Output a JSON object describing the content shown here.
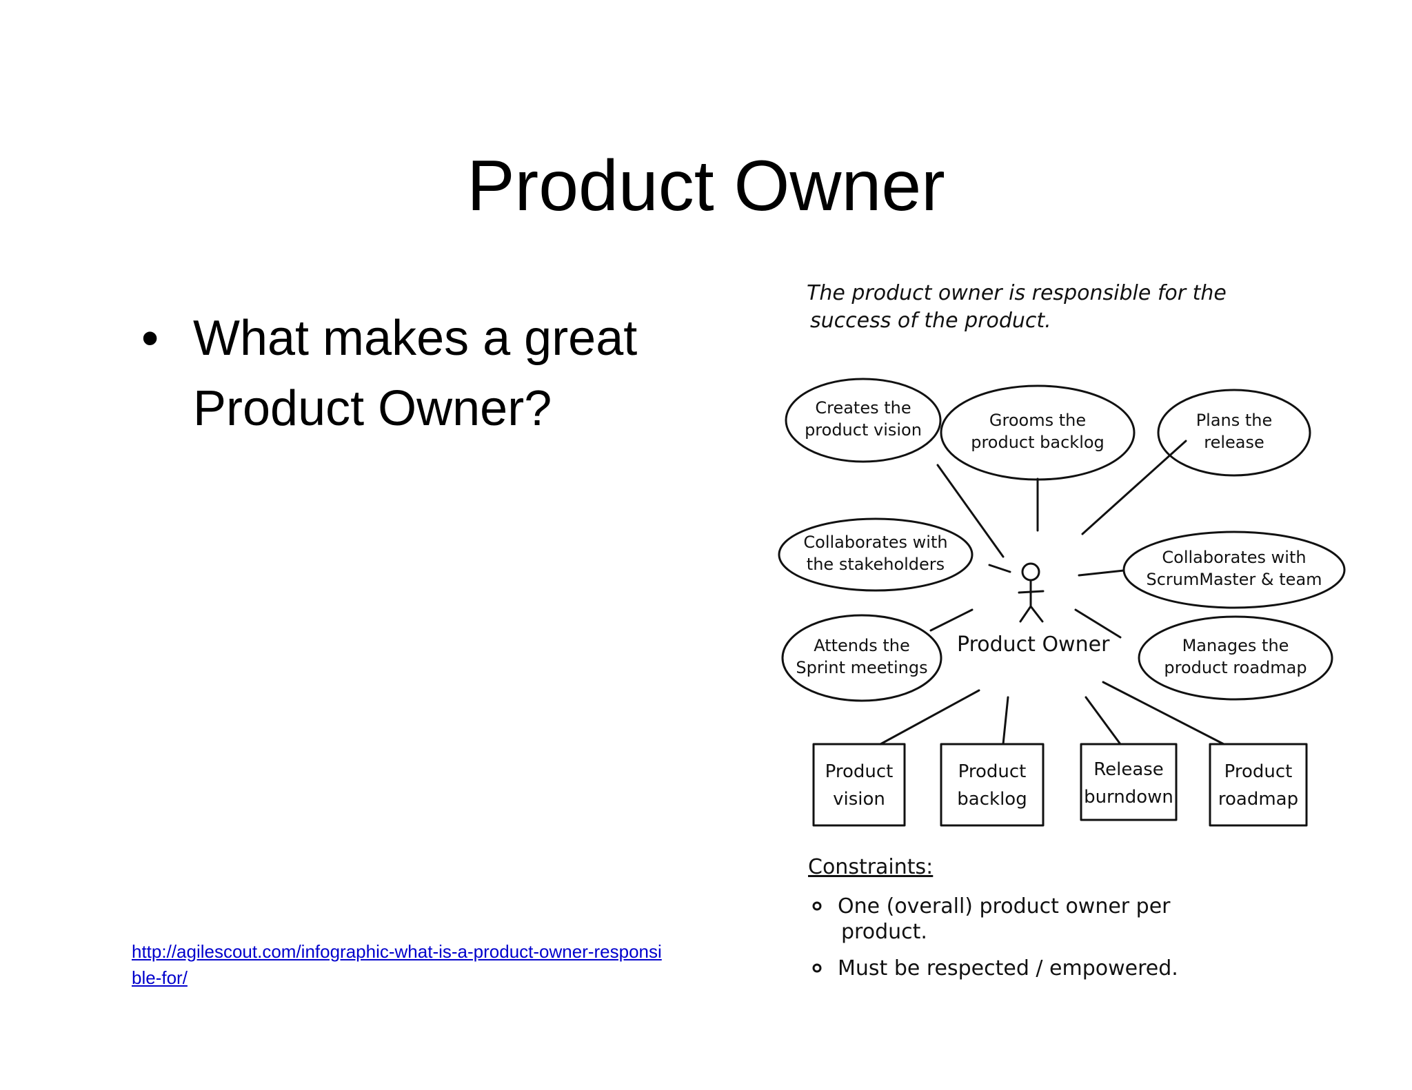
{
  "slide": {
    "title": "Product Owner",
    "bullets": [
      {
        "marker": "•",
        "text": "What makes a great Product Owner?"
      }
    ],
    "source_link": "http://agilescout.com/infographic-what-is-a-product-owner-responsible-for/"
  },
  "diagram": {
    "intro": [
      "The product owner is responsible for the",
      "success of the product."
    ],
    "center_label": "Product Owner",
    "bubbles": [
      [
        "Creates the",
        "product vision"
      ],
      [
        "Grooms the",
        "product backlog"
      ],
      [
        "Plans the",
        "release"
      ],
      [
        "Collaborates with",
        "the stakeholders"
      ],
      [
        "Collaborates with",
        "ScrumMaster & team"
      ],
      [
        "Attends the",
        "Sprint meetings"
      ],
      [
        "Manages the",
        "product roadmap"
      ]
    ],
    "artifacts": [
      [
        "Product",
        "vision"
      ],
      [
        "Product",
        "backlog"
      ],
      [
        "Release",
        "burndown"
      ],
      [
        "Product",
        "roadmap"
      ]
    ],
    "constraints": {
      "heading": "Constraints:",
      "items": [
        [
          "One (overall) product owner per",
          "product."
        ],
        [
          "Must be respected / empowered."
        ]
      ]
    }
  }
}
